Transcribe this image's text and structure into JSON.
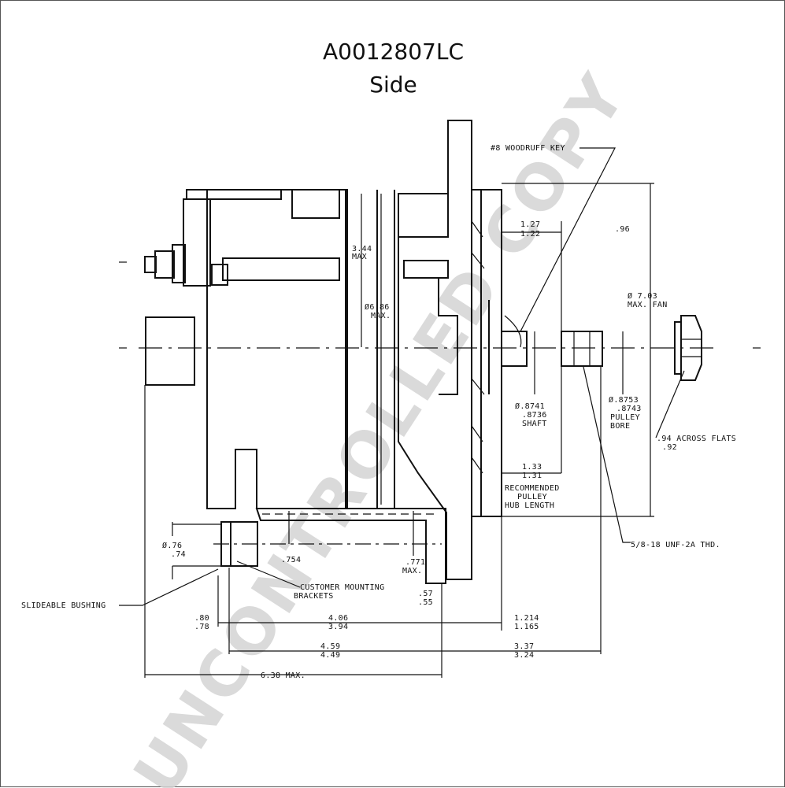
{
  "title": "A0012807LC",
  "subtitle": "Side",
  "watermark": "UNCONTROLLED COPY",
  "dimensions": {
    "woodruff_key": "#8 WOODRUFF KEY",
    "dim_127": "1.27",
    "dim_122": "1.22",
    "dim_96_partial": ".96",
    "dim_344": "3.44",
    "dim_344_max": "MAX",
    "dim_686": "Ø6.86",
    "dim_686_max": "MAX.",
    "fan_dia": "Ø 7.03",
    "fan_dia_label": "MAX. FAN",
    "shaft_a": "Ø.8741",
    "shaft_b": ".8736",
    "shaft_label": "SHAFT",
    "bore_a": "Ø.8753",
    "bore_b": ".8743",
    "bore_label1": "PULLEY",
    "bore_label2": "BORE",
    "flats_a": ".94 ACROSS FLATS",
    "flats_b": ".92",
    "hub_a": "1.33",
    "hub_b": "1.31",
    "hub_label1": "RECOMMENDED",
    "hub_label2": "PULLEY",
    "hub_label3": "HUB LENGTH",
    "thread": "5/8-18 UNF-2A THD.",
    "bush_dia_a": "Ø.76",
    "bush_dia_b": ".74",
    "dim_754": ".754",
    "dim_771": ".771",
    "dim_771_max": "MAX.",
    "mount_label1": "CUSTOMER MOUNTING",
    "mount_label2": "BRACKETS",
    "dim_57": ".57",
    "dim_55": ".55",
    "bushing": "SLIDEABLE BUSHING",
    "dim_80": ".80",
    "dim_78": ".78",
    "dim_406": "4.06",
    "dim_394": "3.94",
    "dim_1214": "1.214",
    "dim_1165": "1.165",
    "dim_459": "4.59",
    "dim_449": "4.49",
    "dim_337": "3.37",
    "dim_324": "3.24",
    "dim_638": "6.38 MAX."
  }
}
